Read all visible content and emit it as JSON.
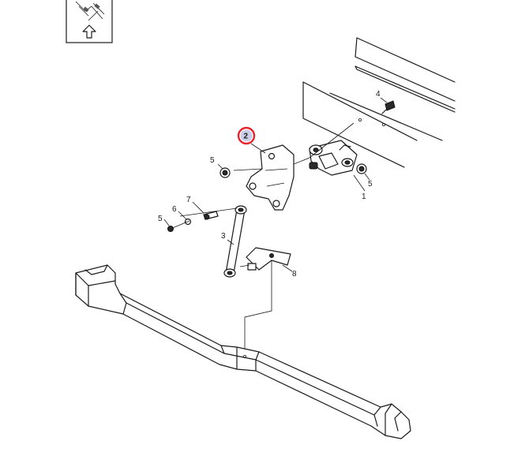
{
  "callouts": {
    "part_1": "1",
    "part_2": "2",
    "part_3": "3",
    "part_4": "4",
    "part_5_left": "5",
    "part_5_mid": "5",
    "part_5_right": "5",
    "part_6": "6",
    "part_7": "7",
    "part_8": "8"
  },
  "highlight": {
    "callout": "2",
    "ring_color": "#e8212c",
    "fill_color": "#c9cde6"
  },
  "inset_icon": "arrow-up-icon"
}
